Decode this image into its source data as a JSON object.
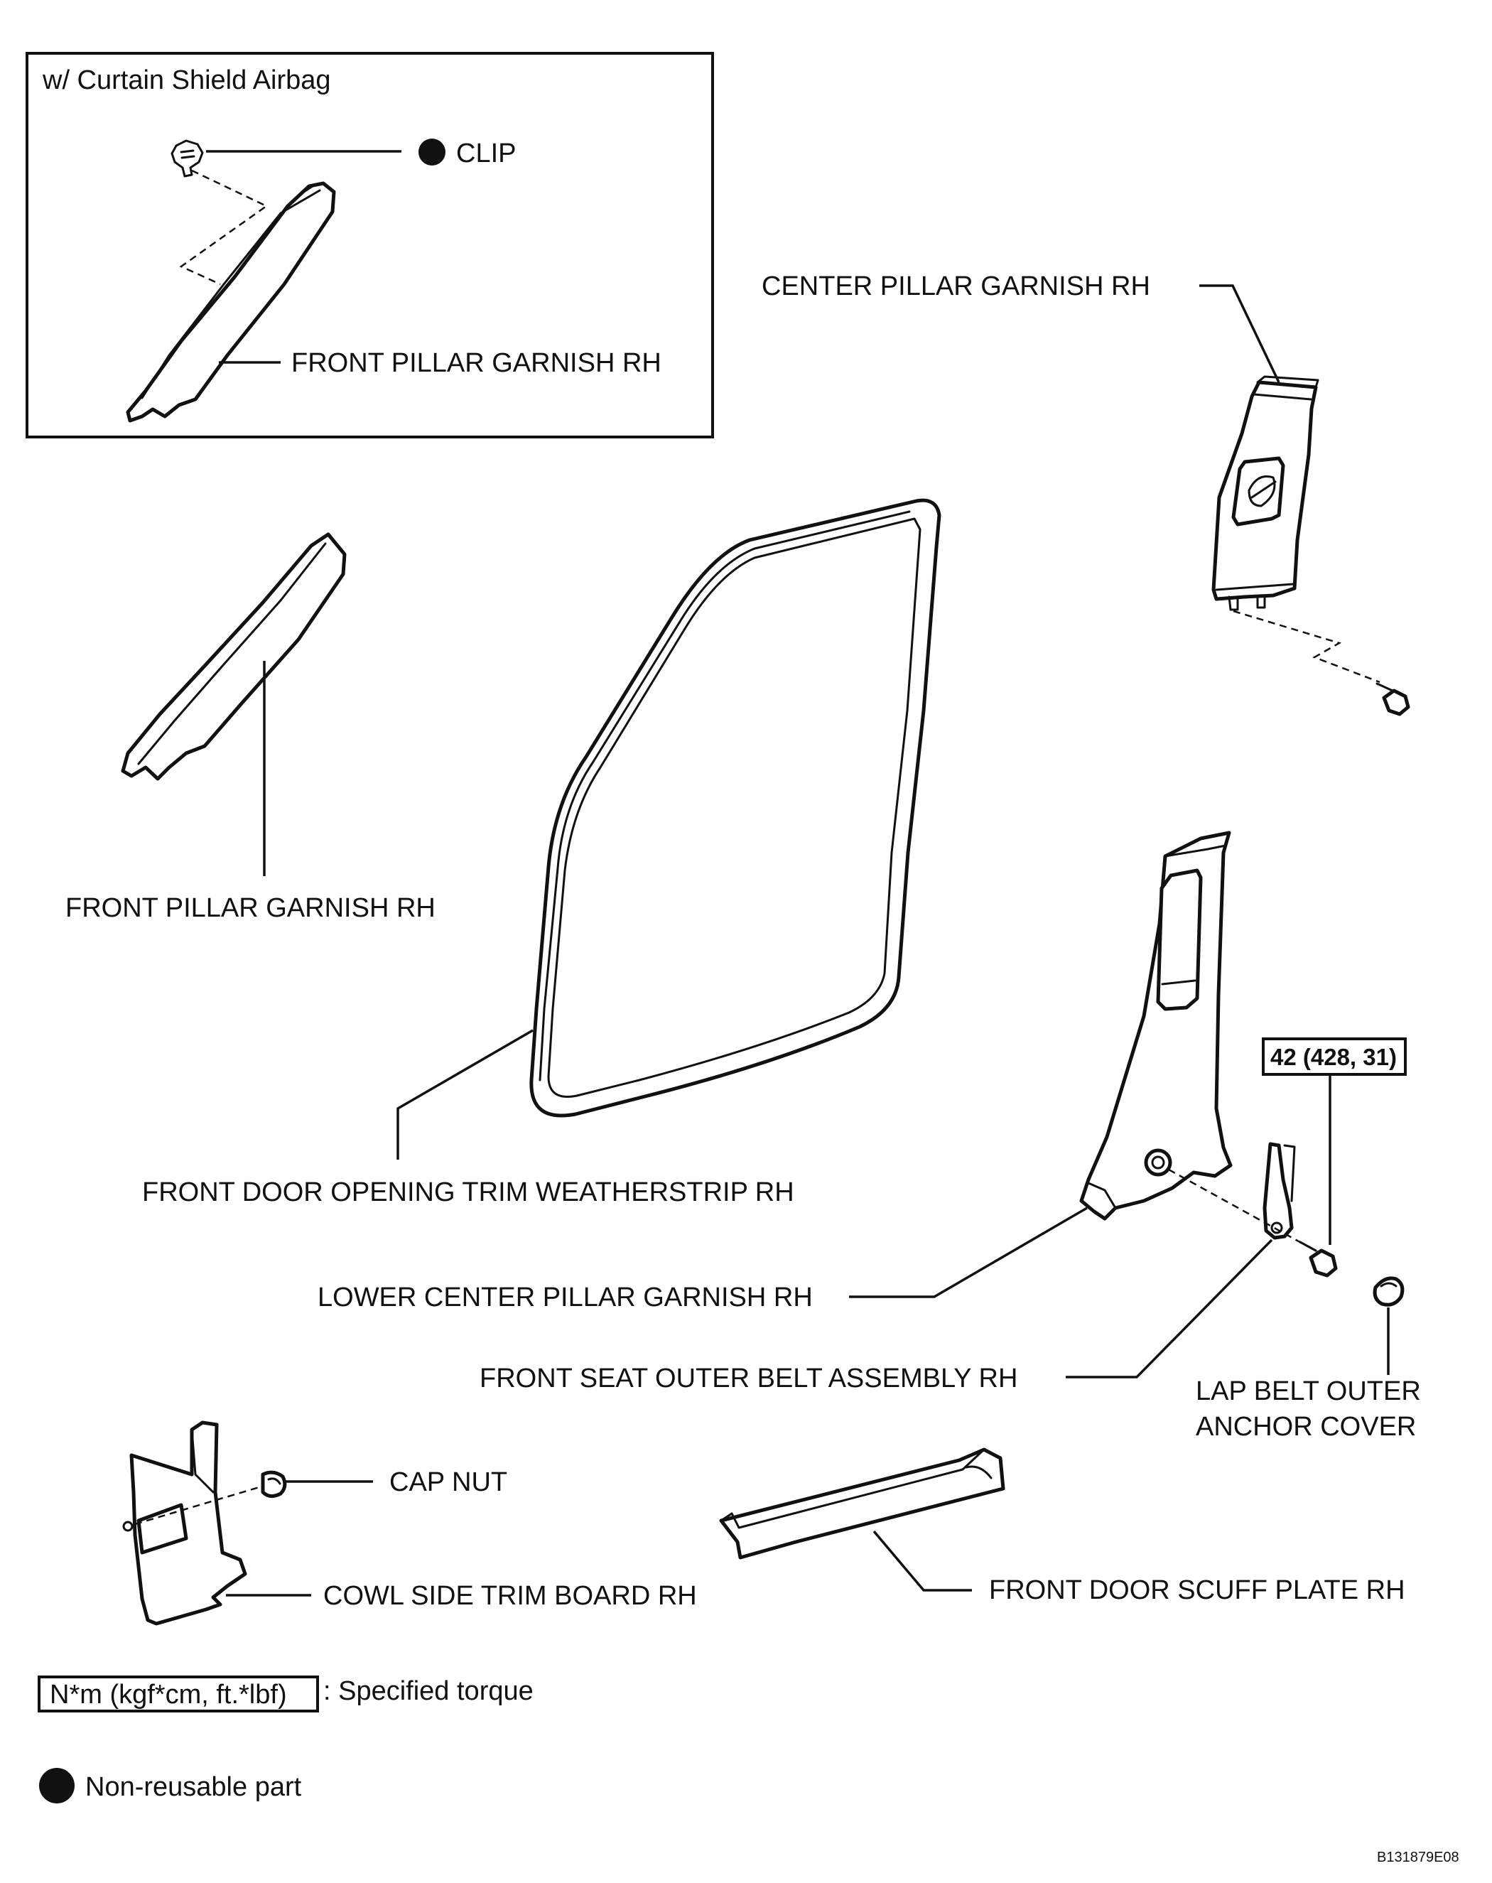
{
  "inset": {
    "title": "w/ Curtain Shield Airbag",
    "clip_label": "CLIP",
    "front_pillar_label": "FRONT PILLAR GARNISH RH"
  },
  "labels": {
    "center_pillar_garnish": "CENTER PILLAR GARNISH RH",
    "front_pillar_garnish": "FRONT PILLAR GARNISH RH",
    "weatherstrip": "FRONT DOOR OPENING TRIM WEATHERSTRIP RH",
    "lower_center_pillar": "LOWER CENTER PILLAR GARNISH RH",
    "belt_assembly": "FRONT SEAT OUTER BELT ASSEMBLY RH",
    "lap_belt_cover_line1": "LAP BELT OUTER",
    "lap_belt_cover_line2": "ANCHOR COVER",
    "cap_nut": "CAP NUT",
    "cowl_side_trim": "COWL SIDE TRIM BOARD RH",
    "scuff_plate": "FRONT DOOR SCUFF PLATE RH"
  },
  "torque": {
    "value": "42 (428, 31)"
  },
  "legend": {
    "torque_units": "N*m (kgf*cm, ft.*lbf)",
    "torque_text": ": Specified torque",
    "nonreusable_text": "Non-reusable part"
  },
  "figure_code": "B131879E08"
}
